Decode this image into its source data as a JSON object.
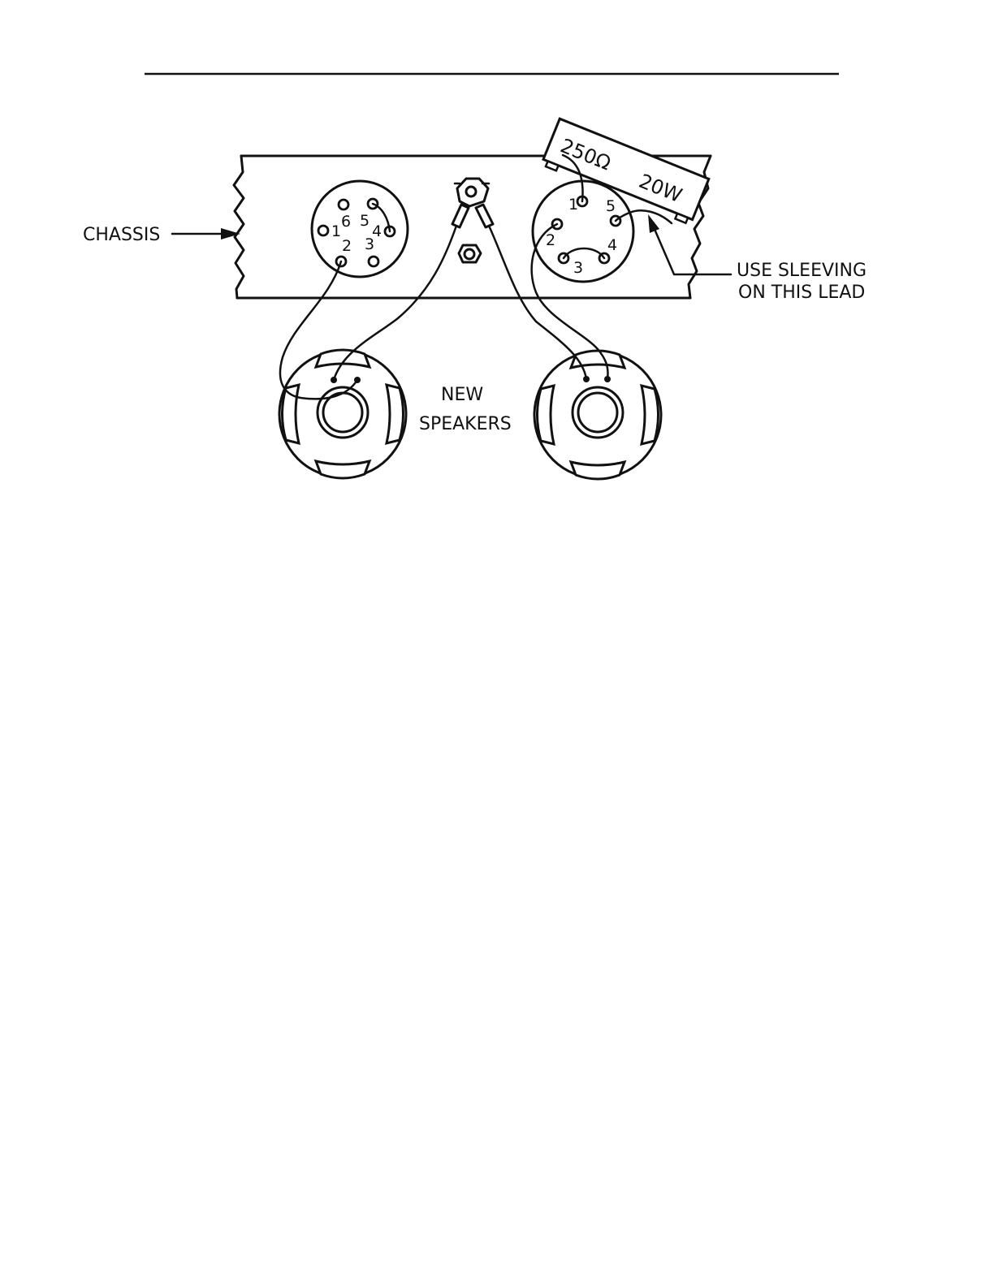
{
  "labels": {
    "chassis": "CHASSIS",
    "sleeving_line1": "USE SLEEVING",
    "sleeving_line2": "ON THIS LEAD",
    "speakers_line1": "NEW",
    "speakers_line2": "SPEAKERS",
    "resistor_value": "250Ω",
    "resistor_power": "20W"
  },
  "left_socket_pins": [
    "1",
    "2",
    "3",
    "4",
    "5",
    "6"
  ],
  "right_socket_pins": [
    "1",
    "2",
    "3",
    "4",
    "5"
  ]
}
